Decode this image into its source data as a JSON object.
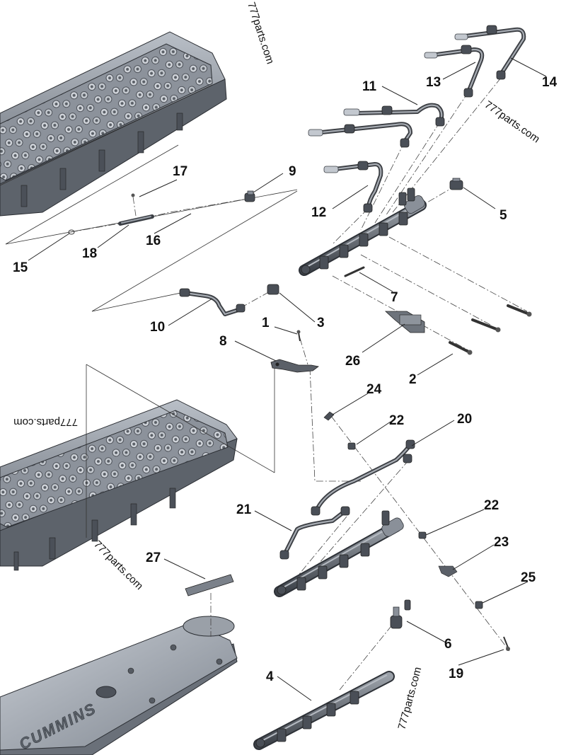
{
  "watermarks": [
    {
      "id": "wm1",
      "text": "777parts.com"
    },
    {
      "id": "wm2",
      "text": "777parts.com"
    },
    {
      "id": "wm3",
      "text": "777parts.com"
    },
    {
      "id": "wm4",
      "text": "777parts.com"
    },
    {
      "id": "wm5",
      "text": "777parts.com"
    }
  ],
  "callouts": {
    "c1": "1",
    "c2": "2",
    "c3": "3",
    "c4": "4",
    "c5": "5",
    "c6": "6",
    "c7": "7",
    "c8": "8",
    "c9": "9",
    "c10": "10",
    "c11": "11",
    "c12": "12",
    "c13": "13",
    "c14": "14",
    "c15": "15",
    "c16": "16",
    "c17": "17",
    "c18": "18",
    "c19": "19",
    "c20": "20",
    "c21": "21",
    "c22a": "22",
    "c22b": "22",
    "c23": "23",
    "c24": "24",
    "c25": "25",
    "c26": "26",
    "c27": "27"
  },
  "valve_cover_text": "CUMMINS"
}
